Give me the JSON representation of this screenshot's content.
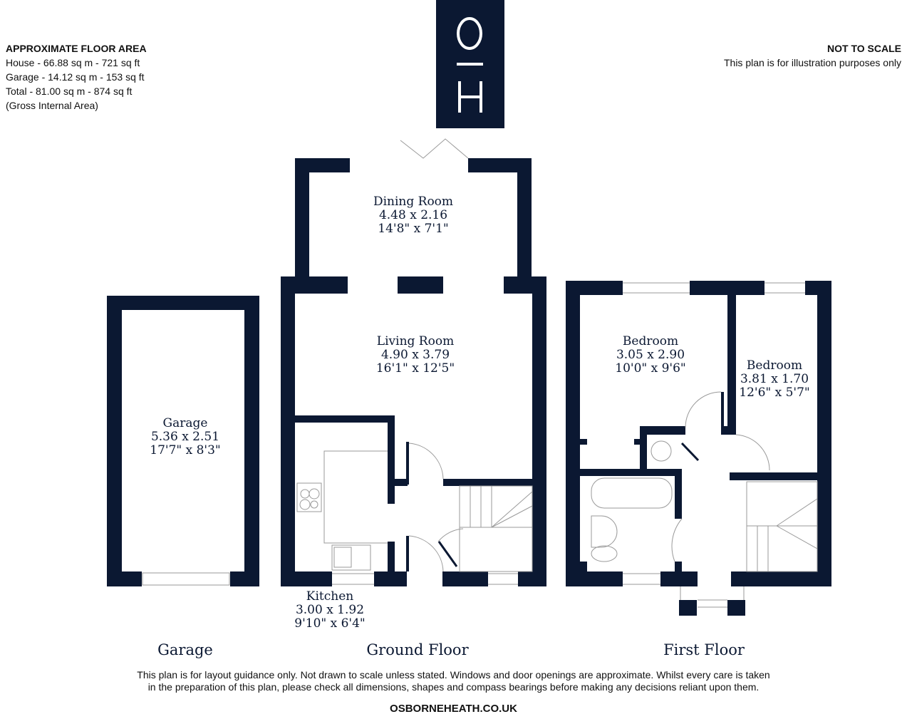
{
  "floor_area": {
    "heading": "APPROXIMATE FLOOR AREA",
    "house": "House - 66.88 sq m - 721 sq ft",
    "garage": "Garage - 14.12 sq m - 153 sq ft",
    "total": "Total - 81.00 sq m - 874 sq ft",
    "note": "(Gross Internal Area)"
  },
  "scale_note": {
    "heading": "NOT TO SCALE",
    "text": "This plan is for illustration purposes only"
  },
  "logo": {
    "top": "O",
    "bottom": "H",
    "color": "#0b1832"
  },
  "colors": {
    "wall": "#0b1832",
    "fixture_line": "#9a9a9a",
    "background": "#ffffff"
  },
  "floors": {
    "garage": {
      "title": "Garage",
      "rooms": [
        {
          "name": "Garage",
          "metric": "5.36 x 2.51",
          "imperial": "17'7\" x 8'3\""
        }
      ]
    },
    "ground": {
      "title": "Ground Floor",
      "rooms": [
        {
          "name": "Dining Room",
          "metric": "4.48 x 2.16",
          "imperial": "14'8\" x 7'1\""
        },
        {
          "name": "Living Room",
          "metric": "4.90 x 3.79",
          "imperial": "16'1\" x 12'5\""
        },
        {
          "name": "Kitchen",
          "metric": "3.00 x 1.92",
          "imperial": "9'10\" x 6'4\""
        }
      ]
    },
    "first": {
      "title": "First Floor",
      "rooms": [
        {
          "name": "Bedroom",
          "metric": "3.05 x 2.90",
          "imperial": "10'0\" x 9'6\""
        },
        {
          "name": "Bedroom",
          "metric": "3.81 x 1.70",
          "imperial": "12'6\" x 5'7\""
        }
      ]
    }
  },
  "disclaimer": {
    "line1": "This plan is for layout guidance only. Not drawn to scale unless stated. Windows and door openings are approximate. Whilst every care is taken",
    "line2": "in the preparation of this plan, please check all dimensions, shapes and compass bearings before making any decisions reliant upon them."
  },
  "website": "OSBORNEHEATH.CO.UK"
}
